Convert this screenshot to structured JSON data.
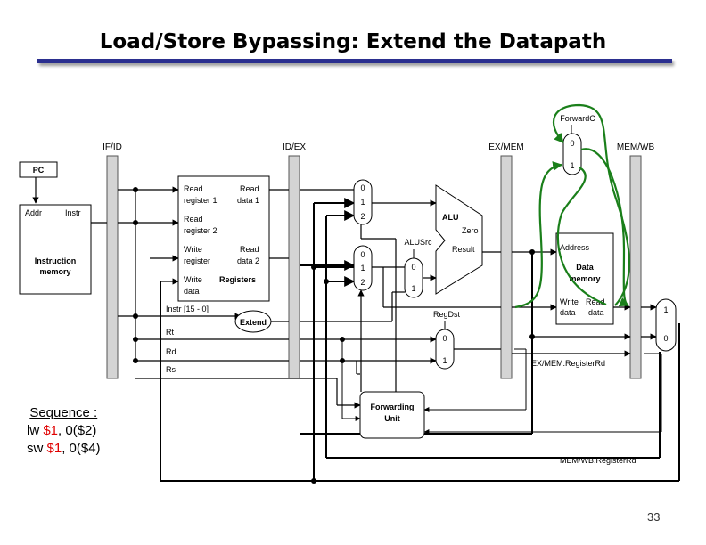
{
  "title": "Load/Store Bypassing: Extend the Datapath",
  "page_number": "33",
  "sequence": {
    "heading": "Sequence :",
    "line1": {
      "op": "lw",
      "reg": "$1",
      "rest": ", 0($2)"
    },
    "line2": {
      "op": "sw",
      "reg": "$1",
      "rest": ", 0($4)"
    }
  },
  "pipeline_registers": [
    "IF/ID",
    "ID/EX",
    "EX/MEM",
    "MEM/WB"
  ],
  "pc": "PC",
  "instruction_memory": {
    "addr": "Addr",
    "instr": "Instr",
    "name1": "Instruction",
    "name2": "memory"
  },
  "registers": {
    "read_reg1_a": "Read",
    "read_reg1_b": "register 1",
    "read_data1_a": "Read",
    "read_data1_b": "data 1",
    "read_reg2_a": "Read",
    "read_reg2_b": "register 2",
    "write_reg_a": "Write",
    "write_reg_b": "register",
    "read_data2_a": "Read",
    "read_data2_b": "data 2",
    "write_data_a": "Write",
    "write_data_b": "data",
    "name": "Registers"
  },
  "instr_fields": {
    "imm": "Instr [15 - 0]",
    "rt": "Rt",
    "rd": "Rd",
    "rs": "Rs"
  },
  "extend": "Extend",
  "mux_a": [
    "0",
    "1",
    "2"
  ],
  "mux_b": [
    "0",
    "1",
    "2"
  ],
  "alusrc": {
    "label": "ALUSrc",
    "in0": "0",
    "in1": "1"
  },
  "alu": {
    "name": "ALU",
    "zero": "Zero",
    "result": "Result"
  },
  "regdst": {
    "label": "RegDst",
    "in0": "0",
    "in1": "1"
  },
  "forwarding_unit": {
    "line1": "Forwarding",
    "line2": "Unit"
  },
  "forwardc": {
    "label": "ForwardC",
    "in0": "0",
    "in1": "1"
  },
  "data_memory": {
    "address": "Address",
    "name1": "Data",
    "name2": "memory",
    "write": "Write",
    "read": "Read",
    "data1": "data",
    "data2": "data"
  },
  "wb_mux": {
    "in1": "1",
    "in0": "0"
  },
  "ex_mem_regrd": "EX/MEM.RegisterRd",
  "mem_wb_regrd": "MEM/WB.RegisterRd",
  "colors": {
    "title_bar": "#2b2f8f",
    "forward_path": "#1a7f1a",
    "register_highlight": "#e00000",
    "pipe_reg": "#d4d4d4"
  }
}
